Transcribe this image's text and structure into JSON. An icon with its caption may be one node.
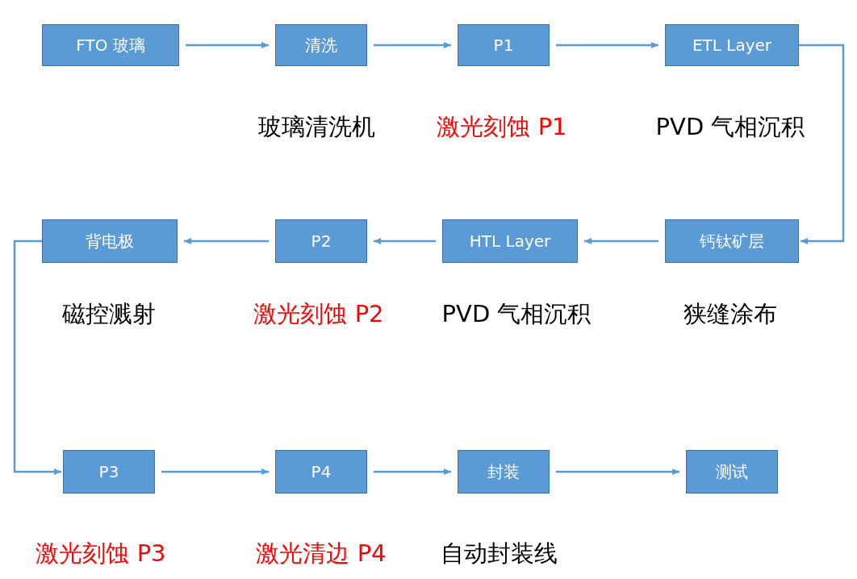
{
  "diagram": {
    "nodes": [
      {
        "text": [
          "FTO 玻璃"
        ]
      },
      {
        "text": [
          "清洗"
        ],
        "beside": [
          "玻璃清洗机"
        ]
      },
      {
        "text": [
          "P1"
        ],
        "beside": [
          "激光刻蚀 P1"
        ]
      },
      {
        "text": [
          "ETL Layer"
        ],
        "beside": [
          "PVD 气相沉积"
        ]
      },
      {
        "text": [
          "背电极"
        ],
        "beside": [
          "磁控溅射"
        ]
      },
      {
        "text": [
          "P2"
        ],
        "beside": [
          "激光刻蚀 P2"
        ]
      },
      {
        "text": [
          "HTL Layer"
        ],
        "beside": [
          "PVD 气相沉积"
        ]
      },
      {
        "text": [
          "钙钛矿层"
        ],
        "beside": [
          "狭缝涂布"
        ]
      },
      {
        "text": [
          "P3"
        ],
        "beside": [
          "激光刻蚀 P3"
        ]
      },
      {
        "text": [
          "P4"
        ],
        "beside": [
          "激光清边 P4"
        ]
      },
      {
        "text": [
          "封装"
        ],
        "beside": [
          "自动封装线"
        ]
      },
      {
        "text": [
          "测试"
        ]
      }
    ],
    "edges": [
      {
        "from": 0,
        "to": 1,
        "arrow": "to"
      },
      {
        "from": 1,
        "to": 2,
        "arrow": "to"
      },
      {
        "from": 2,
        "to": 3,
        "arrow": "to"
      },
      {
        "from": 3,
        "to": 7,
        "arrow": "to"
      },
      {
        "from": 7,
        "to": 6,
        "arrow": "to"
      },
      {
        "from": 6,
        "to": 5,
        "arrow": "to"
      },
      {
        "from": 5,
        "to": 4,
        "arrow": "to"
      },
      {
        "from": 4,
        "to": 8,
        "arrow": "to"
      },
      {
        "from": 8,
        "to": 9,
        "arrow": "to"
      },
      {
        "from": 9,
        "to": 10,
        "arrow": "to"
      },
      {
        "from": 10,
        "to": 11,
        "arrow": "to"
      }
    ]
  }
}
